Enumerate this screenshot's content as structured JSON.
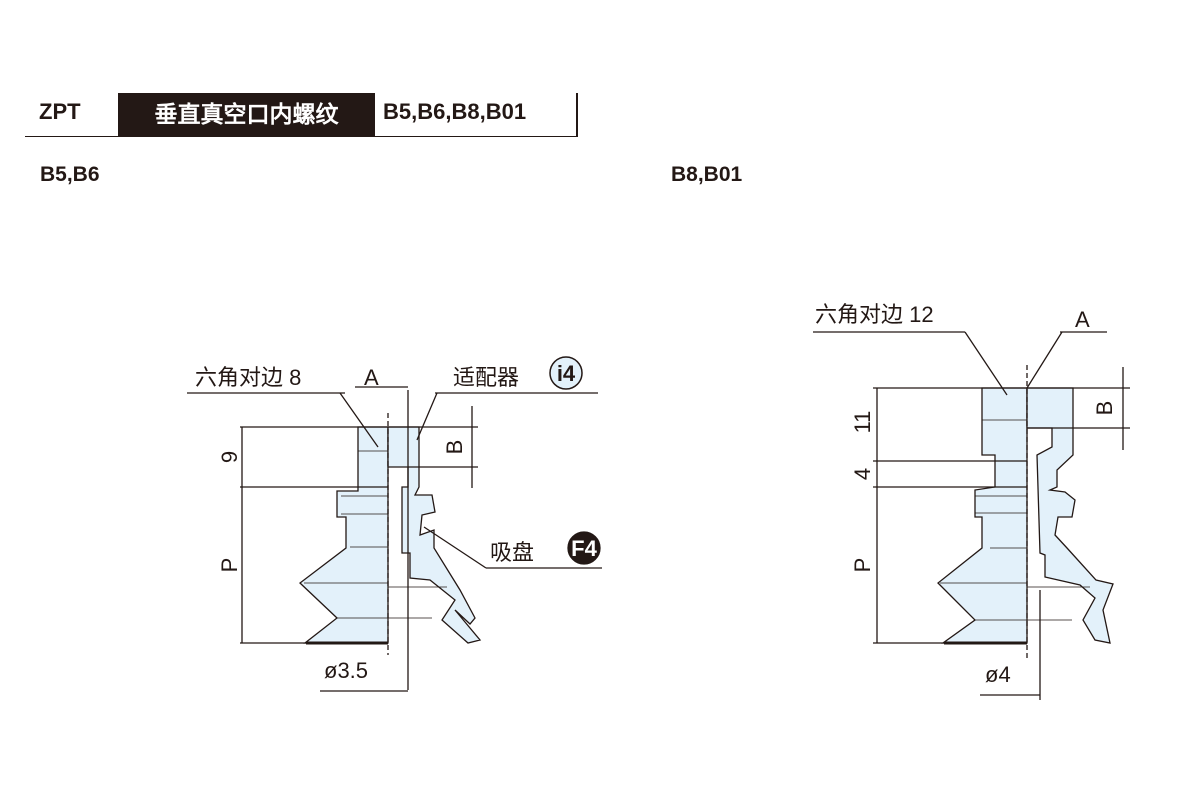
{
  "header": {
    "series": "ZPT",
    "title": "垂直真空口内螺纹",
    "models": "B5,B6,B8,B01"
  },
  "left": {
    "heading": "B5,B6",
    "hex_label": "六角对边 8",
    "a_label": "A",
    "adapter_label": "适配器",
    "adapter_badge": "i4",
    "pad_label": "吸盘",
    "pad_badge": "F4",
    "dim_height": "9",
    "dim_p": "P",
    "dim_b": "B",
    "diameter": "ø3.5"
  },
  "right": {
    "heading": "B8,B01",
    "hex_label": "六角对边 12",
    "a_label": "A",
    "dim_height": "11",
    "dim_neck": "4",
    "dim_p": "P",
    "dim_b": "B",
    "diameter": "ø4"
  },
  "colors": {
    "body_fill": "#e3f1fa",
    "ink": "#231815"
  }
}
